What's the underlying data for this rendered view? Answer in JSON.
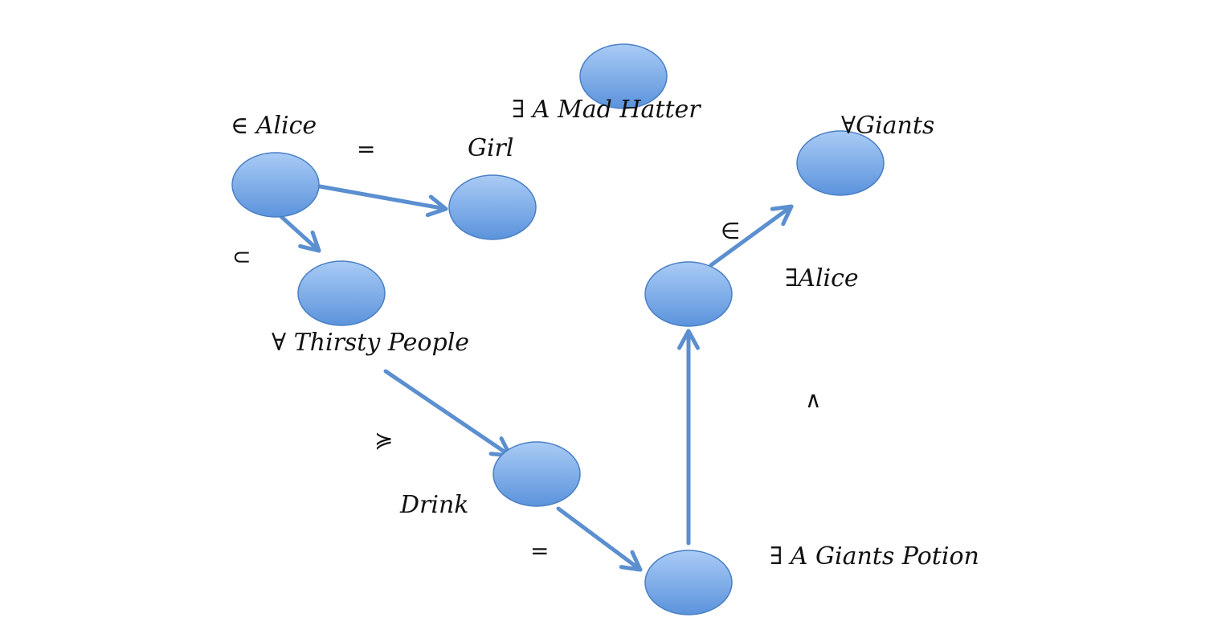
{
  "colors": {
    "node_fill_top": "#a9cbf5",
    "node_fill_bottom": "#5b93dc",
    "node_stroke": "#4a7fc4",
    "edge": "#5b8fd0",
    "text": "#111111"
  },
  "nodes": [
    {
      "id": "mad-hatter",
      "label": "∃ A Mad Hatter"
    },
    {
      "id": "alice",
      "label": "∈ Alice"
    },
    {
      "id": "girl",
      "label": "Girl"
    },
    {
      "id": "giants",
      "label": "∀Giants"
    },
    {
      "id": "thirsty-people",
      "label": "∀ Thirsty People"
    },
    {
      "id": "exists-alice",
      "label": "∃Alice"
    },
    {
      "id": "drink",
      "label": "Drink"
    },
    {
      "id": "giants-potion",
      "label": "∃ A Giants Potion"
    }
  ],
  "edges": [
    {
      "from": "alice",
      "to": "girl",
      "label": "="
    },
    {
      "from": "alice",
      "to": "thirsty-people",
      "label": "⊂"
    },
    {
      "from": "thirsty-people",
      "to": "drink",
      "label": "≽"
    },
    {
      "from": "drink",
      "to": "giants-potion",
      "label": "="
    },
    {
      "from": "giants-potion",
      "to": "exists-alice",
      "label": "∧"
    },
    {
      "from": "exists-alice",
      "to": "giants",
      "label": "∈"
    }
  ]
}
